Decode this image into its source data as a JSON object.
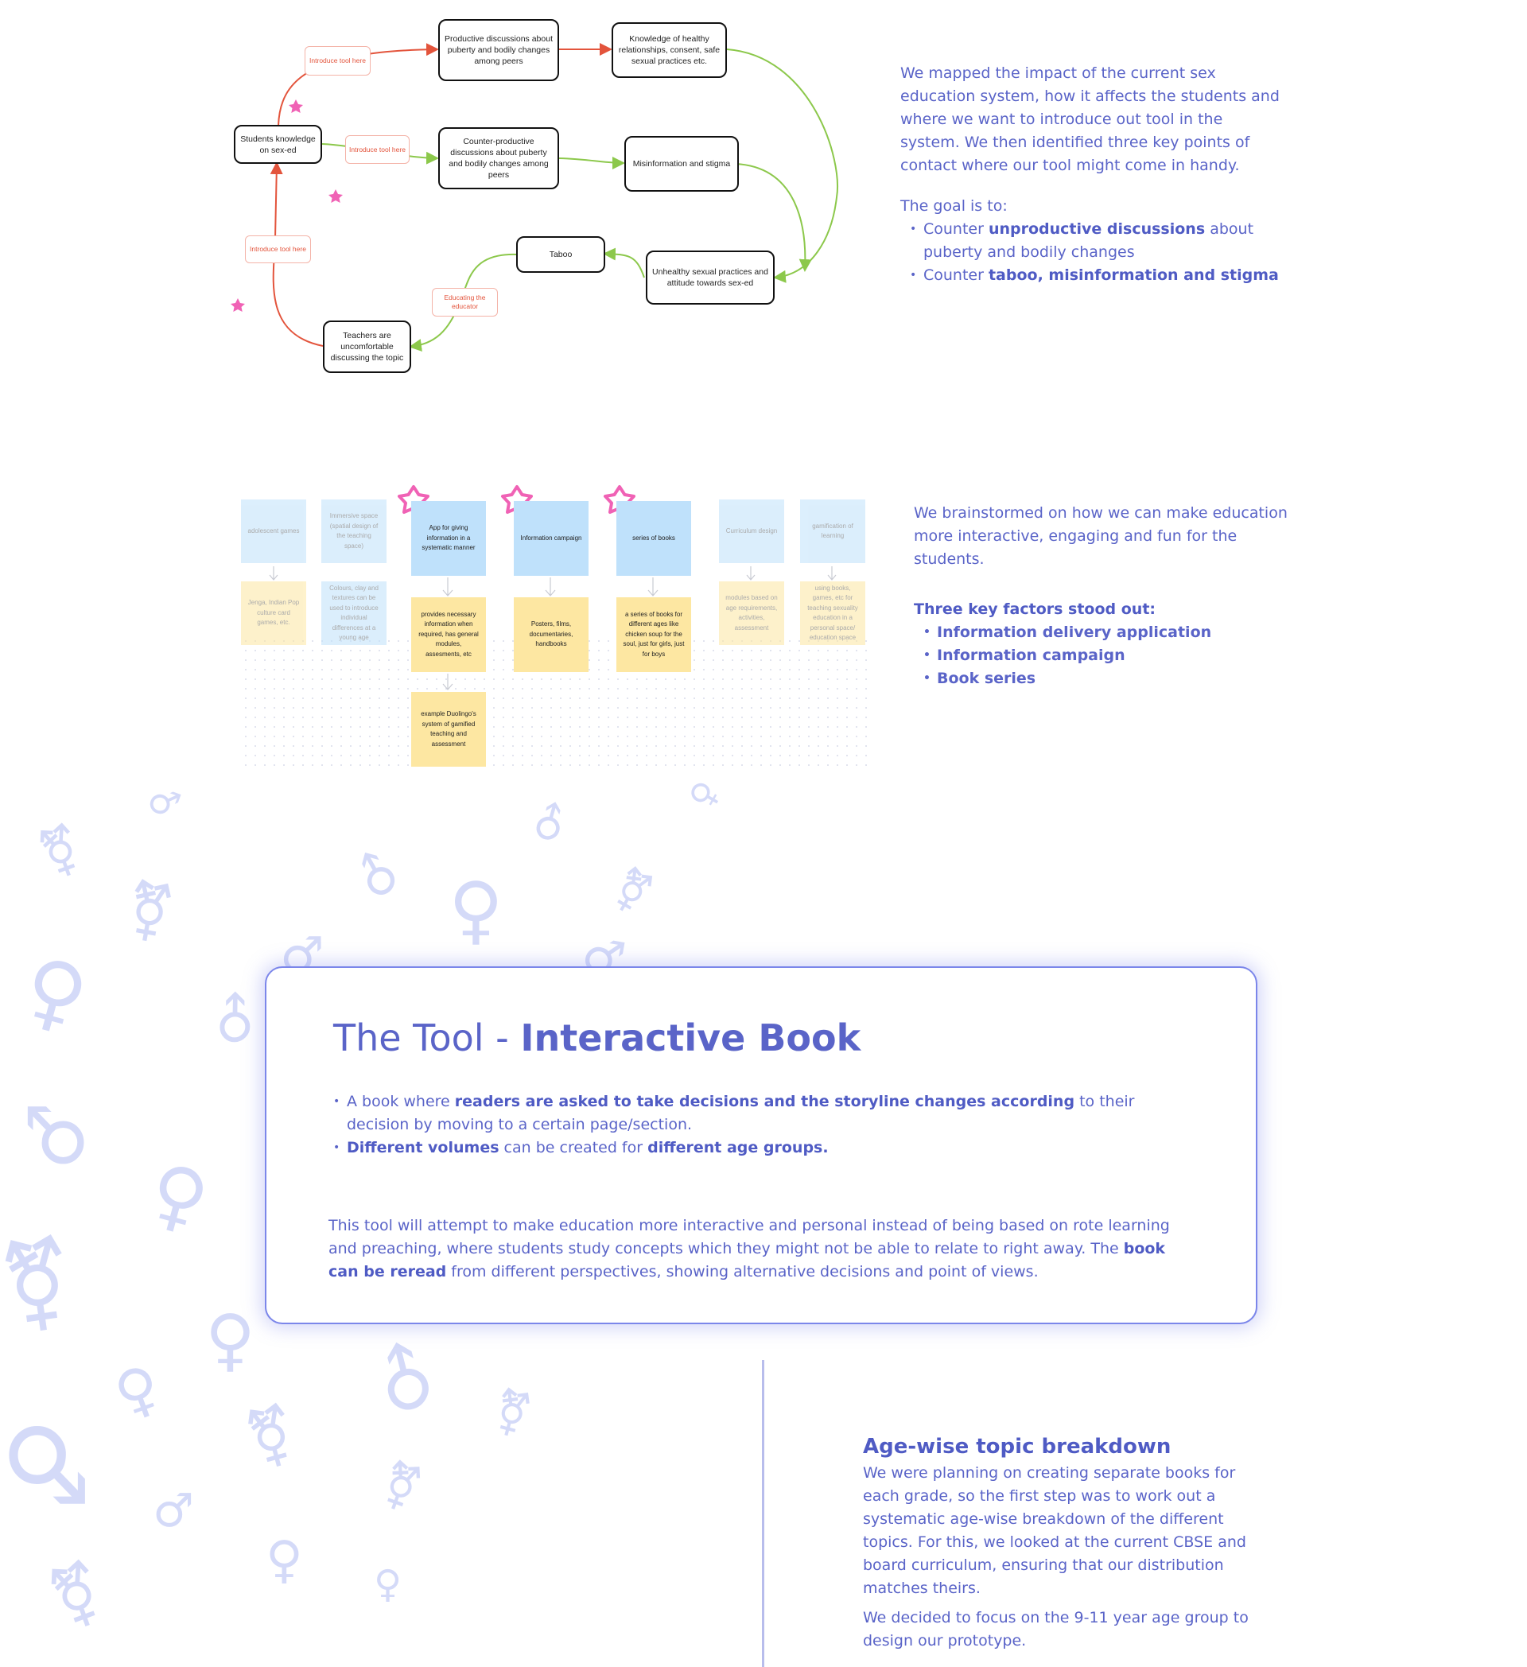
{
  "flowchart": {
    "nodes": {
      "productive": "Productive discussions about puberty and bodily changes among peers",
      "knowledge": "Knowledge of healthy relationships, consent, safe sexual practices etc.",
      "students": "Students knowledge on sex-ed",
      "counter": "Counter-productive discussions about puberty and bodily changes among peers",
      "misinfo": "Misinformation and stigma",
      "taboo": "Taboo",
      "unhealthy": "Unhealthy sexual practices and attitude towards sex-ed",
      "teachers": "Teachers are uncomfortable discussing the topic"
    },
    "tags": {
      "introduce_top": "Introduce tool here",
      "introduce_mid": "Introduce tool here",
      "introduce_left": "Introduce tool here",
      "educating": "Educating the educator"
    },
    "colors": {
      "red": "#e3543c",
      "green": "#8cc84b",
      "star": "#f062b5"
    }
  },
  "mapping": {
    "paragraph": "We mapped the impact of the current sex education system, how it affects the students and where we want to introduce out tool in the system. We then identified three key points of contact where our tool might come in handy.",
    "goal_intro": "The goal is to:",
    "goals": [
      {
        "pre": "Counter ",
        "bold": "unproductive discussions",
        "post": " about puberty and bodily changes"
      },
      {
        "pre": "Counter ",
        "bold": "taboo, misinformation and stigma",
        "post": ""
      }
    ]
  },
  "brainstorm": {
    "columns": [
      {
        "top": "adolescent games",
        "bottom": "Jenga, Indian Pop culture card games, etc."
      },
      {
        "top": "Immersive space (spatial design of the teaching space)",
        "bottom": "Colours, clay and textures can be used to introduce individual differences at a young age"
      },
      {
        "top": "App for giving information in a systematic manner",
        "bottom": "provides necessary information when required, has general modules, assesments, etc",
        "extra": "example Duolingo's system of gamified teaching and assessment"
      },
      {
        "top": "Information campaign",
        "bottom": "Posters, films, documentaries, handbooks"
      },
      {
        "top": "series of books",
        "bottom": "a series of books for different ages like chicken soup for the soul, just for girls, just for boys"
      },
      {
        "top": "Curriculum design",
        "bottom": "modules based on age requirements, activities, assessment"
      },
      {
        "top": "gamification of learning",
        "bottom": "using books, games, etc for teaching sexuality education in a personal space/ education space"
      }
    ],
    "paragraph": "We brainstormed on how we can make education more interactive, engaging and fun for the students.",
    "factors_title": "Three key factors stood out:",
    "factors": [
      "Information delivery application",
      "Information campaign",
      "Book series"
    ]
  },
  "tool": {
    "title_prefix": "The Tool - ",
    "title_bold": "Interactive Book",
    "bullet1_pre": "A book where ",
    "bullet1_bold": "readers are asked to take decisions and the storyline changes according",
    "bullet1_post": " to their decision by moving to a certain page/section.",
    "bullet2_bold1": "Different volumes",
    "bullet2_mid": " can be created for ",
    "bullet2_bold2": "different age groups.",
    "para_pre": "This tool will attempt to make education more interactive and personal instead of being based on rote learning and preaching, where students study concepts which they might not be able to relate to right away. The ",
    "para_bold": "book can be reread",
    "para_post": " from different perspectives, showing alternative decisions and point of views."
  },
  "age": {
    "title": "Age-wise topic breakdown",
    "para1": "We were planning on creating separate books for each grade, so the first step was to work out a systematic age-wise breakdown of the different topics. For this, we looked at the current CBSE and board curriculum, ensuring that our distribution matches theirs.",
    "para2": "We decided to focus on the 9-11 year age group to design our prototype."
  },
  "decor": {
    "symbol_color": "#d4daf8",
    "symbol_icons": [
      "female-symbol-icon",
      "male-symbol-icon",
      "transgender-symbol-icon"
    ]
  }
}
